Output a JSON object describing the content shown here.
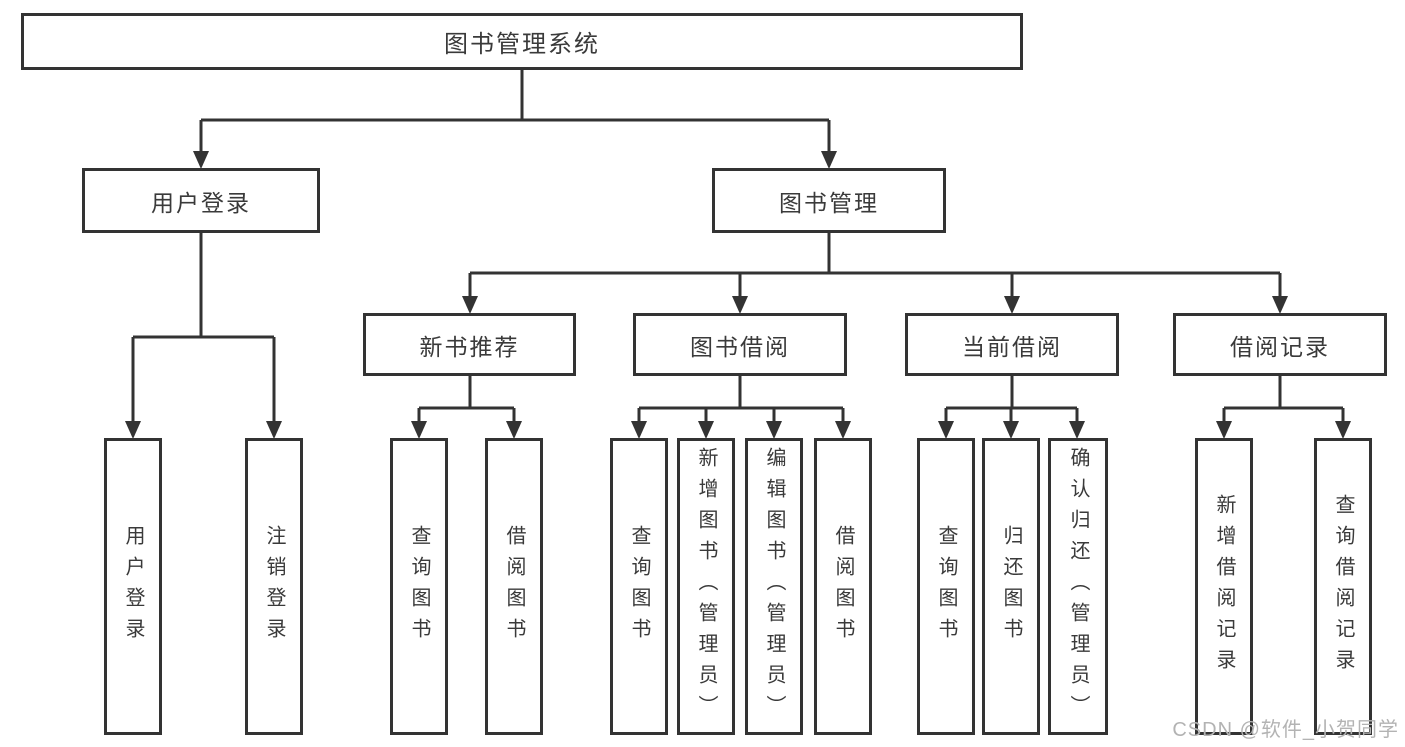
{
  "diagram": {
    "root": {
      "label": "图书管理系统"
    },
    "children": [
      {
        "label": "用户登录",
        "children": [
          {
            "label": "用户登录"
          },
          {
            "label": "注销登录"
          }
        ]
      },
      {
        "label": "图书管理",
        "children": [
          {
            "label": "新书推荐",
            "children": [
              {
                "label": "查询图书"
              },
              {
                "label": "借阅图书"
              }
            ]
          },
          {
            "label": "图书借阅",
            "children": [
              {
                "label": "查询图书"
              },
              {
                "label": "新增图书（管理员）"
              },
              {
                "label": "编辑图书（管理员）"
              },
              {
                "label": "借阅图书"
              }
            ]
          },
          {
            "label": "当前借阅",
            "children": [
              {
                "label": "查询图书"
              },
              {
                "label": "归还图书"
              },
              {
                "label": "确认归还（管理员）"
              }
            ]
          },
          {
            "label": "借阅记录",
            "children": [
              {
                "label": "新增借阅记录"
              },
              {
                "label": "查询借阅记录"
              }
            ]
          }
        ]
      }
    ]
  },
  "watermark": {
    "text": "CSDN @软件_小贺同学"
  },
  "colors": {
    "line": "#333333",
    "text": "#3a3a3a",
    "watermark": "#b3b3b3",
    "background": "#ffffff"
  }
}
